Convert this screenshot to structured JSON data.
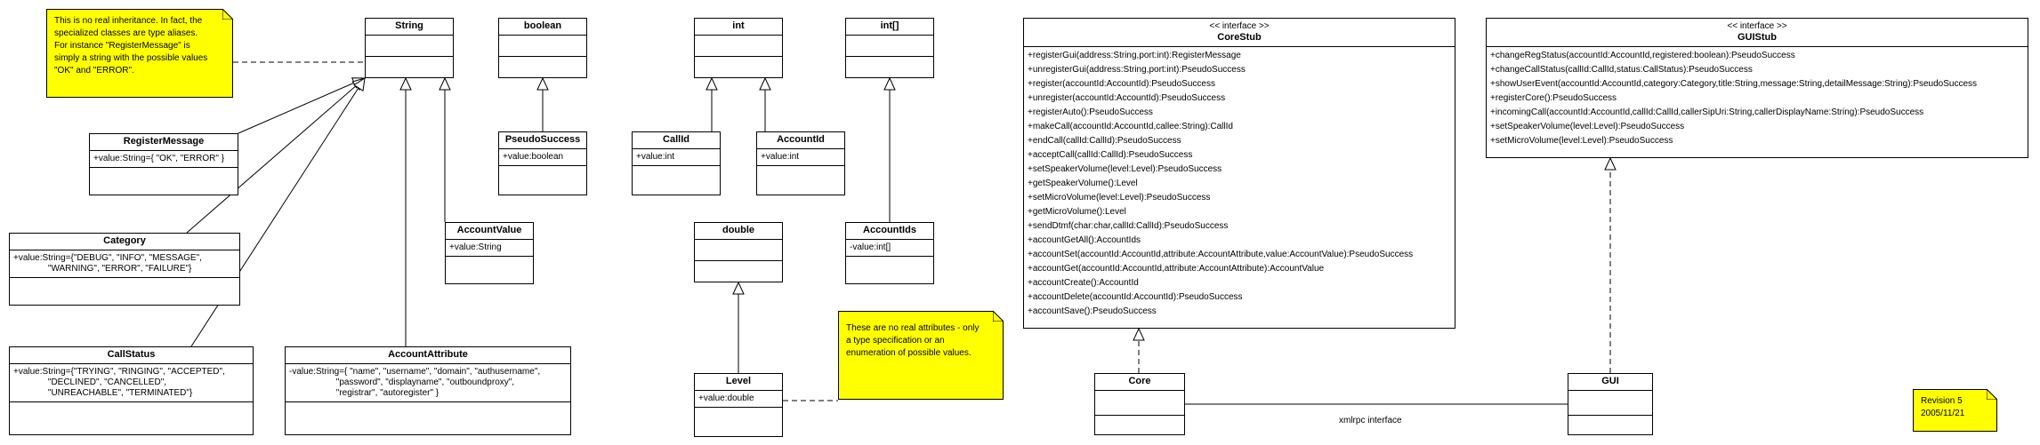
{
  "notes": {
    "inheritance": [
      "This is no real inheritance. In fact, the",
      "specialized classes are type aliases.",
      "For instance \"RegisterMessage\" is",
      "simply a string with the possible values",
      "\"OK\" and \"ERROR\"."
    ],
    "attributes": [
      "These are no real attributes - only",
      "a type specification or an",
      "enumeration of possible values."
    ],
    "revision": [
      "Revision 5",
      "2005/11/21"
    ]
  },
  "classes": {
    "string": {
      "name": "String"
    },
    "boolean": {
      "name": "boolean"
    },
    "int": {
      "name": "int"
    },
    "int_array": {
      "name": "int[]"
    },
    "register_message": {
      "name": "RegisterMessage",
      "attrs": [
        "+value:String={ \"OK\", \"ERROR\" }"
      ]
    },
    "category": {
      "name": "Category",
      "attrs": [
        "+value:String={\"DEBUG\", \"INFO\", \"MESSAGE\",",
        "              \"WARNING\", \"ERROR\", \"FAILURE\"}"
      ]
    },
    "call_status": {
      "name": "CallStatus",
      "attrs": [
        "+value:String={\"TRYING\", \"RINGING\", \"ACCEPTED\",",
        "              \"DECLINED\", \"CANCELLED\",",
        "              \"UNREACHABLE\", \"TERMINATED\"}"
      ]
    },
    "account_attribute": {
      "name": "AccountAttribute",
      "attrs": [
        "-value:String={ \"name\", \"username\", \"domain\", \"authusername\",",
        "                   \"password\", \"displayname\", \"outboundproxy\",",
        "                   \"registrar\", \"autoregister\" }"
      ]
    },
    "account_value": {
      "name": "AccountValue",
      "attrs": [
        "+value:String"
      ]
    },
    "pseudo_success": {
      "name": "PseudoSuccess",
      "attrs": [
        "+value:boolean"
      ]
    },
    "call_id": {
      "name": "CallId",
      "attrs": [
        "+value:int"
      ]
    },
    "account_id": {
      "name": "AccountId",
      "attrs": [
        "+value:int"
      ]
    },
    "double": {
      "name": "double"
    },
    "account_ids": {
      "name": "AccountIds",
      "attrs": [
        "-value:int[]"
      ]
    },
    "level": {
      "name": "Level",
      "attrs": [
        "+value:double"
      ]
    },
    "core_stub": {
      "stereotype": "<< interface >>",
      "name": "CoreStub",
      "ops": [
        "+registerGui(address:String,port:int):RegisterMessage",
        "+unregisterGui(address:String,port:int):PseudoSuccess",
        "+register(accountId:AccountId):PseudoSuccess",
        "+unregister(accountId:AccountId):PseudoSuccess",
        "+registerAuto():PseudoSuccess",
        "+makeCall(accountId:AccountId,callee:String):CallId",
        "+endCall(callId:CallId):PseudoSuccess",
        "+acceptCall(callId:CallId):PseudoSuccess",
        "+setSpeakerVolume(level:Level):PseudoSuccess",
        "+getSpeakerVolume():Level",
        "+setMicroVolume(level:Level):PseudoSuccess",
        "+getMicroVolume():Level",
        "+sendDtmf(char:char,callId:CallId):PseudoSuccess",
        "+accountGetAll():AccountIds",
        "+accountSet(accountId:AccountId,attribute:AccountAttribute,value:AccountValue):PseudoSuccess",
        "+accountGet(accountId:AccountId,attribute:AccountAttribute):AccountValue",
        "+accountCreate():AccountId",
        "+accountDelete(accountId:AccountId):PseudoSuccess",
        "+accountSave():PseudoSuccess"
      ]
    },
    "gui_stub": {
      "stereotype": "<< interface >>",
      "name": "GUIStub",
      "ops": [
        "+changeRegStatus(accountId:AccountId,registered:boolean):PseudoSuccess",
        "+changeCallStatus(callId:CallId,status:CallStatus):PseudoSuccess",
        "+showUserEvent(accountId:AccountId,category:Category,title:String,message:String,detailMessage:String):PseudoSuccess",
        "+registerCore():PseudoSuccess",
        "+incomingCall(accountId:AccountId,callId:CallId,callerSipUri:String,callerDisplayName:String):PseudoSuccess",
        "+setSpeakerVolume(level:Level):PseudoSuccess",
        "+setMicroVolume(level:Level):PseudoSuccess"
      ]
    },
    "core": {
      "name": "Core"
    },
    "gui": {
      "name": "GUI"
    }
  },
  "association": {
    "label": "xmlrpc interface"
  }
}
